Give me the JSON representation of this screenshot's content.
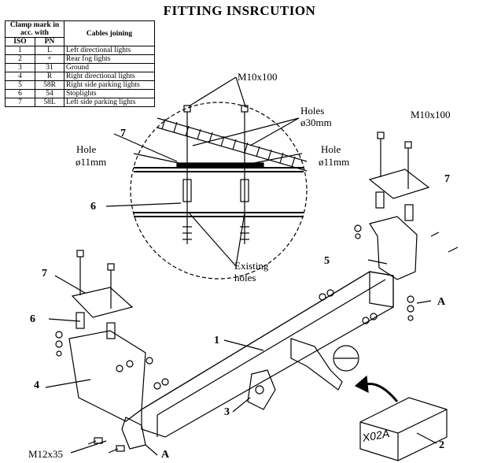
{
  "title": "FITTING INSRCUTION",
  "table": {
    "header_clamp": "Clamp mark in acc. with",
    "header_cables": "Cables joining",
    "col_iso": "ISO",
    "col_pn": "PN",
    "rows": [
      {
        "iso": "1",
        "pn": "L",
        "desc": "Left directional lights"
      },
      {
        "iso": "2",
        "pn": "+",
        "desc": "Rear fog lights"
      },
      {
        "iso": "3",
        "pn": "31",
        "desc": "Ground"
      },
      {
        "iso": "4",
        "pn": "R",
        "desc": "Right directional lights"
      },
      {
        "iso": "5",
        "pn": "58R",
        "desc": "Right side parking lights"
      },
      {
        "iso": "6",
        "pn": "54",
        "desc": "Stoplights"
      },
      {
        "iso": "7",
        "pn": "58L",
        "desc": "Left side parking lights"
      }
    ]
  },
  "labels": {
    "m10_top": "M10x100",
    "m10_right": "M10x100",
    "holes30_a": "Holes",
    "holes30_b": "ø30mm",
    "hole_left_a": "Hole",
    "hole_left_b": "ø11mm",
    "hole_right_a": "Hole",
    "hole_right_b": "ø11mm",
    "existing_a": "Existing",
    "existing_b": "holes",
    "m12": "M12x35",
    "box_code": "X02A"
  },
  "callouts": {
    "n7_circle": "7",
    "n6_circle": "6",
    "n7_right": "7",
    "n5": "5",
    "a_right": "A",
    "n7_left": "7",
    "n6_left": "6",
    "n1": "1",
    "n4": "4",
    "n3": "3",
    "n2": "2",
    "a_bottom": "A"
  }
}
